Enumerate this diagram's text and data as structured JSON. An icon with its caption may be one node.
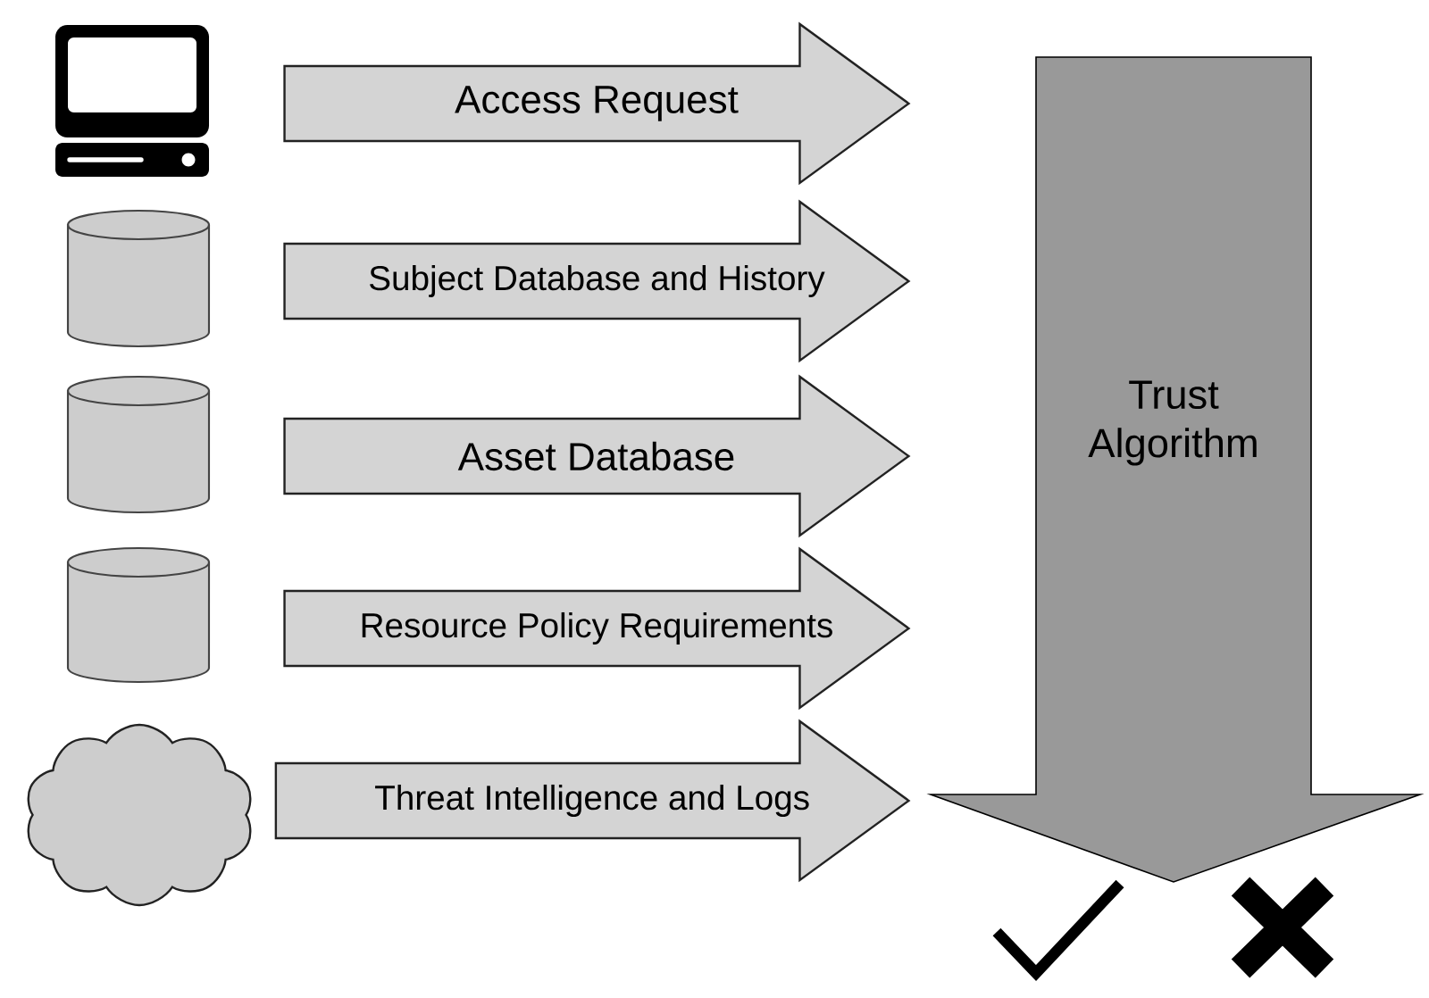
{
  "diagram": {
    "nodes": [
      {
        "text": [],
        "shape": "picture"
      },
      {
        "text": [],
        "shape": "cylinder"
      },
      {
        "text": [],
        "shape": "cylinder"
      },
      {
        "text": [],
        "shape": "cylinder"
      },
      {
        "text": [],
        "shape": "cloud"
      },
      {
        "text": [
          "Trust Algorithm"
        ]
      },
      {
        "text": [],
        "shape": "picture"
      },
      {
        "text": [],
        "shape": "picture"
      }
    ],
    "edges": [
      {
        "from": 0,
        "to": 5,
        "arrow": "to",
        "label": "Access Request"
      },
      {
        "from": 1,
        "to": 5,
        "arrow": "to",
        "label": "Subject Database and History"
      },
      {
        "from": 2,
        "to": 5,
        "arrow": "to",
        "label": "Asset Database"
      },
      {
        "from": 3,
        "to": 5,
        "arrow": "to",
        "label": "Resource Policy Requirements"
      },
      {
        "from": 4,
        "to": 5,
        "arrow": "to",
        "label": "Threat Intelligence and Logs"
      }
    ]
  }
}
